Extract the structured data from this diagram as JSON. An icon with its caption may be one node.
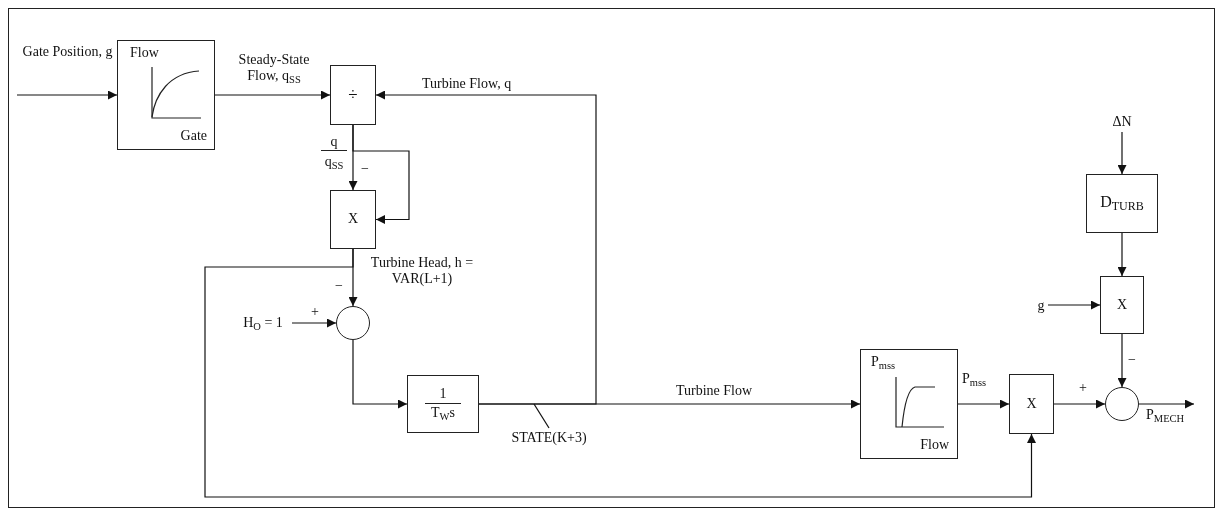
{
  "diagram": {
    "nodes": [
      {
        "text": [
          "Flow",
          "Gate"
        ]
      },
      {
        "text": [
          "÷"
        ]
      },
      {
        "text": [
          "X"
        ]
      },
      {
        "text": [
          "H$_{O}$ = 1"
        ]
      },
      {
        "text": [],
        "shape": "circle"
      },
      {
        "text": [
          "1",
          "T$_{W}$s"
        ]
      },
      {
        "text": [
          "STATE(K+3)"
        ]
      },
      {
        "text": [
          "P$_{mss}$",
          "Flow"
        ]
      },
      {
        "text": [
          "X"
        ]
      },
      {
        "text": [
          "ΔN"
        ]
      },
      {
        "text": [
          "D$_{TURB}$"
        ]
      },
      {
        "text": [
          "g"
        ]
      },
      {
        "text": [
          "X"
        ]
      },
      {
        "text": [],
        "shape": "circle"
      }
    ],
    "edges": [
      {
        "from": null,
        "to": 0,
        "arrow": "to",
        "label": "Gate Position, g"
      },
      {
        "from": 0,
        "to": 1,
        "arrow": "to",
        "label": "Steady-State Flow, q$_{SS}$"
      },
      {
        "from": 5,
        "to": 1,
        "arrow": "to",
        "label": "Turbine Flow, q"
      },
      {
        "from": 1,
        "to": 2,
        "arrow": "to"
      },
      {
        "from": 1,
        "to": 2,
        "arrow": "to"
      },
      {
        "from": 2,
        "to": 4,
        "arrow": "to",
        "label": "Turbine Head, h = VAR(L+1)"
      },
      {
        "from": 2,
        "to": 8,
        "arrow": "to"
      },
      {
        "from": 3,
        "to": 4,
        "arrow": "to"
      },
      {
        "from": 4,
        "to": 5,
        "arrow": "to"
      },
      {
        "from": 5,
        "to": 7,
        "arrow": "to",
        "label": "Turbine Flow"
      },
      {
        "from": 7,
        "to": 8,
        "arrow": "to",
        "label": "P$_{mss}$"
      },
      {
        "from": 8,
        "to": 13,
        "arrow": "to"
      },
      {
        "from": 9,
        "to": 10,
        "arrow": "to"
      },
      {
        "from": 10,
        "to": 12,
        "arrow": "to"
      },
      {
        "from": 11,
        "to": 12,
        "arrow": "to"
      },
      {
        "from": 12,
        "to": 13,
        "arrow": "to"
      },
      {
        "from": 13,
        "to": null,
        "arrow": "to",
        "label": "P$_{MECH}$"
      },
      {
        "from": 6,
        "to": null,
        "arrow": "none"
      }
    ],
    "labels": [
      "q",
      "q$_{SS}$",
      "−",
      "−",
      "+",
      "+",
      "−"
    ]
  }
}
